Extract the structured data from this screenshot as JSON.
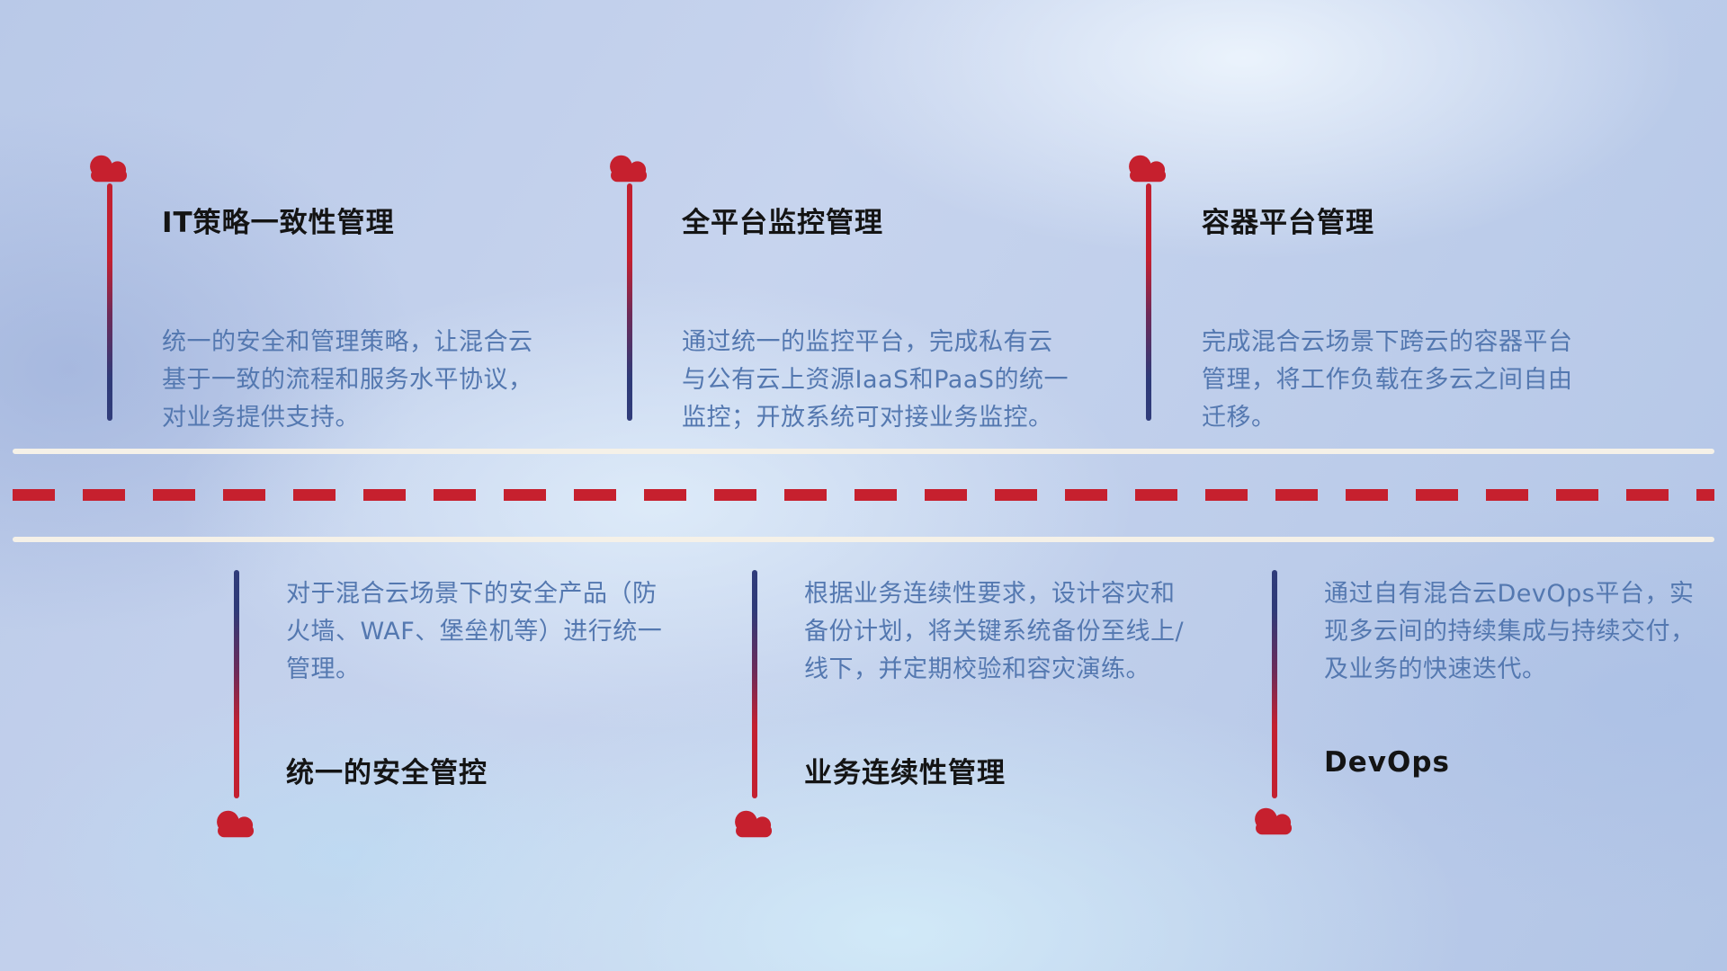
{
  "diagram": {
    "top_items": [
      {
        "title": "IT策略一致性管理",
        "description": "统一的安全和管理策略，让混合云基于一致的流程和服务水平协议，对业务提供支持。"
      },
      {
        "title": "全平台监控管理",
        "description": "通过统一的监控平台，完成私有云与公有云上资源IaaS和PaaS的统一监控；开放系统可对接业务监控。"
      },
      {
        "title": "容器平台管理",
        "description": "完成混合云场景下跨云的容器平台管理，将工作负载在多云之间自由迁移。"
      }
    ],
    "bottom_items": [
      {
        "title": "统一的安全管控",
        "description": "对于混合云场景下的安全产品（防火墙、WAF、堡垒机等）进行统一管理。"
      },
      {
        "title": "业务连续性管理",
        "description": "根据业务连续性要求，设计容灾和备份计划，将关键系统备份至线上/线下，并定期校验和容灾演练。"
      },
      {
        "title": "DevOps",
        "description": "通过自有混合云DevOps平台，实现多云间的持续集成与持续交付，及业务的快速迭代。"
      }
    ],
    "colors": {
      "cloud_red": "#c6202e",
      "line_navy": "#2e3a78",
      "dash_red": "#c6202e",
      "road_white": "#f5f1e8",
      "title_text": "#141414",
      "description_text": "#5478b0",
      "background_blue": "#bccdea"
    }
  }
}
